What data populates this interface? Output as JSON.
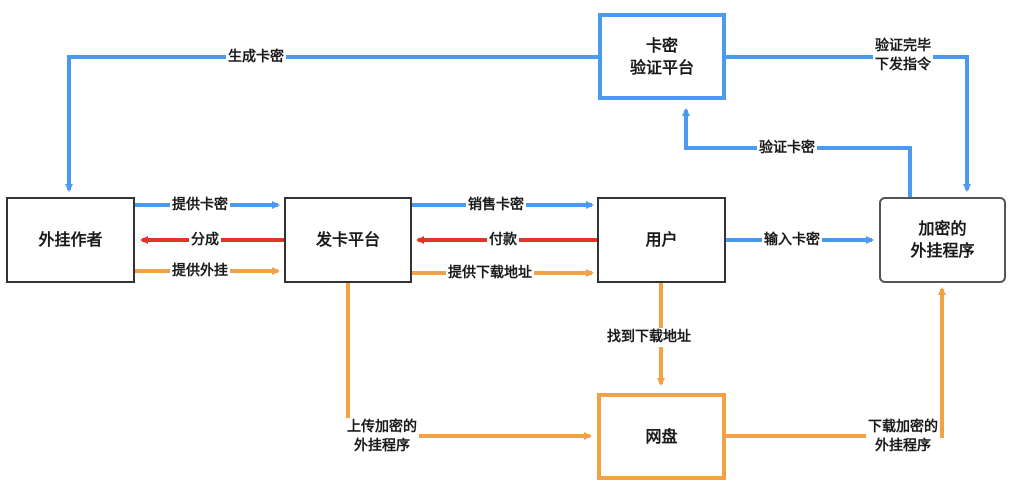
{
  "nodes": {
    "author": "外挂作者",
    "platform": "发卡平台",
    "user": "用户",
    "verify_line1": "卡密",
    "verify_line2": "验证平台",
    "encrypted_line1": "加密的",
    "encrypted_line2": "外挂程序",
    "netdisk": "网盘"
  },
  "edges": {
    "generate_key": "生成卡密",
    "verify_done_line1": "验证完毕",
    "verify_done_line2": "下发指令",
    "verify_key": "验证卡密",
    "provide_key": "提供卡密",
    "share": "分成",
    "provide_cheat": "提供外挂",
    "sell_key": "销售卡密",
    "pay": "付款",
    "provide_download": "提供下载地址",
    "input_key": "输入卡密",
    "find_download": "找到下载地址",
    "upload_line1": "上传加密的",
    "upload_line2": "外挂程序",
    "download_line1": "下载加密的",
    "download_line2": "外挂程序"
  },
  "colors": {
    "blue": "#4a9bf0",
    "red": "#e0342a",
    "orange": "#f2a245",
    "border_dark": "#333333"
  }
}
